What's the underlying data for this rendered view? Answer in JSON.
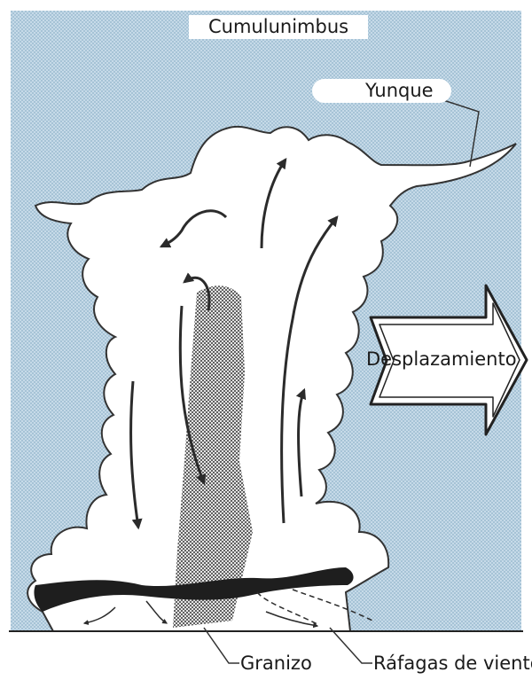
{
  "diagram": {
    "title": "Cumulunimbus",
    "labels": {
      "anvil": "Yunque",
      "movement": "Desplazamiento",
      "hail": "Granizo",
      "gusts": "Ráfagas de viento"
    }
  },
  "colors": {
    "sky": "#b9d2e3",
    "sky_dots": "#8fb2c9",
    "cloud": "#ffffff",
    "outline": "#333333",
    "hail": "#9a9a9a",
    "base": "#1e1e1e"
  }
}
